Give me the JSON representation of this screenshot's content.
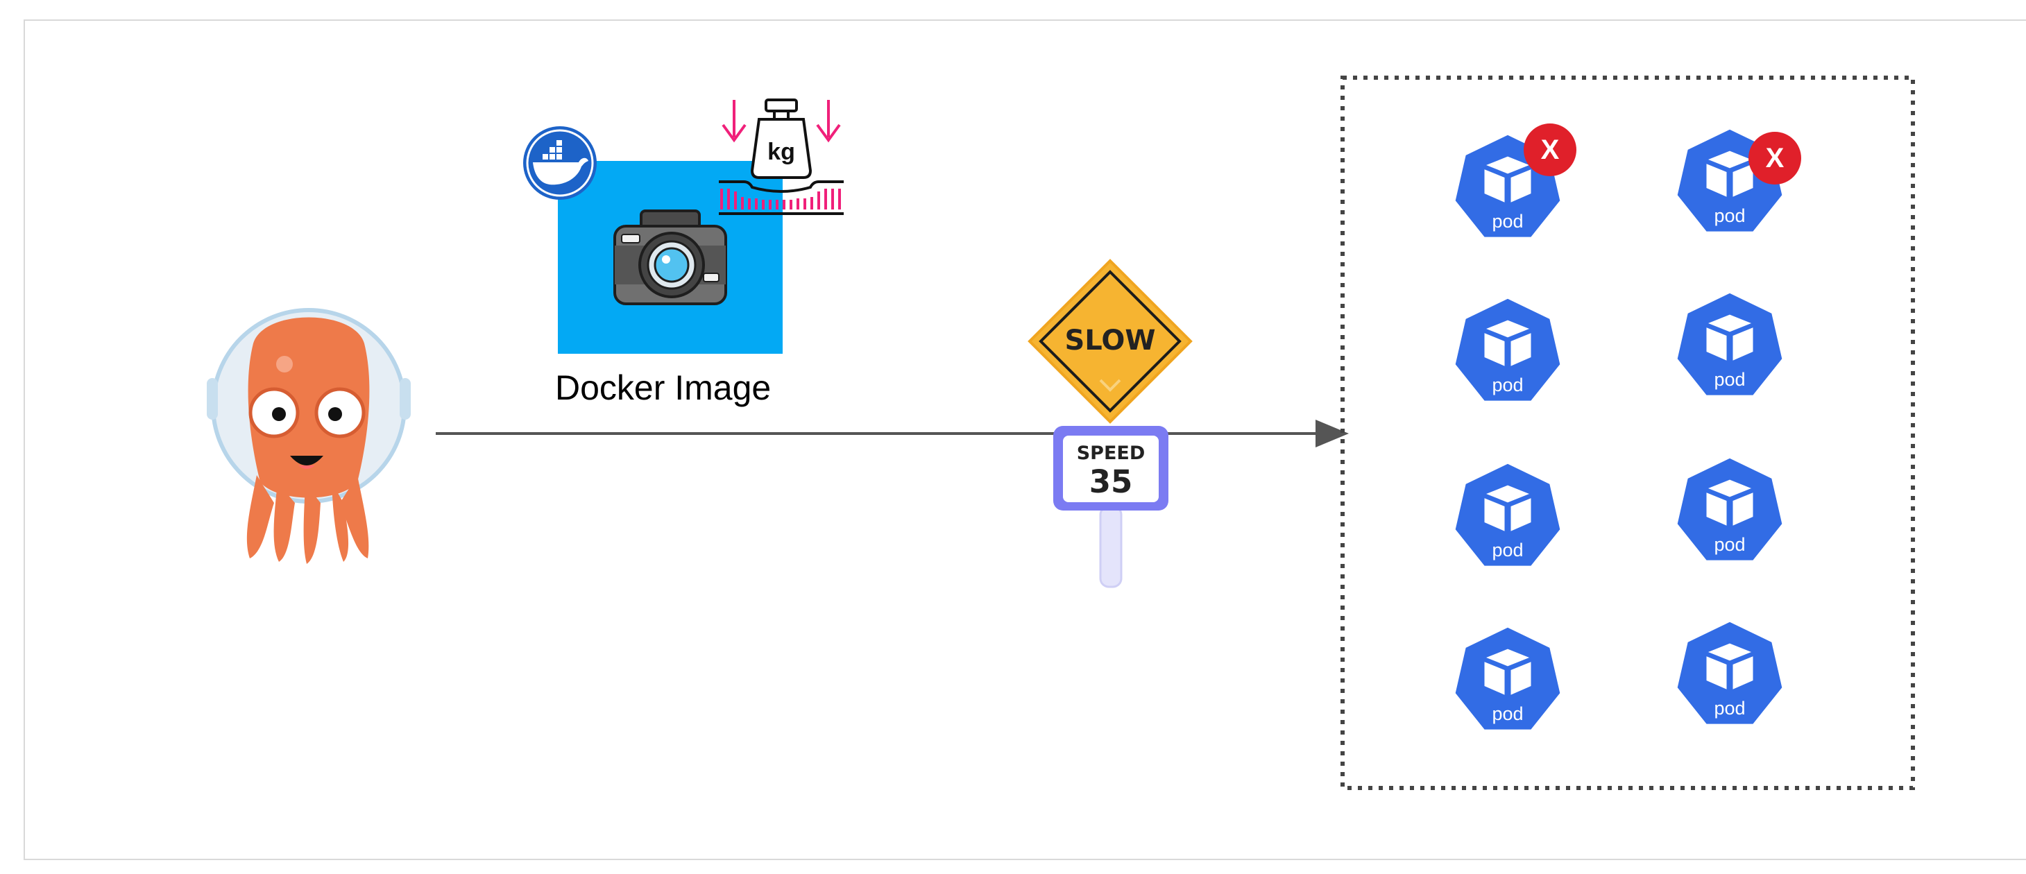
{
  "diagram": {
    "docker_image_label": "Docker Image",
    "scale_weight_label": "kg",
    "slow_sign_text": "SLOW",
    "speed_sign": {
      "label": "SPEED",
      "value": "35"
    },
    "pod_label": "pod",
    "failure_mark": "X",
    "pods": [
      {
        "row": 1,
        "col": 1,
        "status": "failed"
      },
      {
        "row": 1,
        "col": 2,
        "status": "failed"
      },
      {
        "row": 2,
        "col": 1,
        "status": "running"
      },
      {
        "row": 2,
        "col": 2,
        "status": "running"
      },
      {
        "row": 3,
        "col": 1,
        "status": "running"
      },
      {
        "row": 3,
        "col": 2,
        "status": "running"
      },
      {
        "row": 4,
        "col": 1,
        "status": "running"
      },
      {
        "row": 4,
        "col": 2,
        "status": "running"
      }
    ],
    "icons": [
      "argo-octopus-icon",
      "docker-whale-icon",
      "camera-icon",
      "weight-scale-icon",
      "slow-sign-icon",
      "speed-limit-sign-icon",
      "kubernetes-pod-icon"
    ]
  },
  "colors": {
    "docker_blue": "#03A9F4",
    "docker_badge": "#1D63C8",
    "pod_blue": "#326CE5",
    "fail_red": "#E0202A",
    "argo_orange": "#EE7A4A",
    "slow_sign_yellow": "#F6B431",
    "speed_sign_border": "#7B7BF2",
    "scale_pink": "#F0207A",
    "arrow": "#555555"
  }
}
